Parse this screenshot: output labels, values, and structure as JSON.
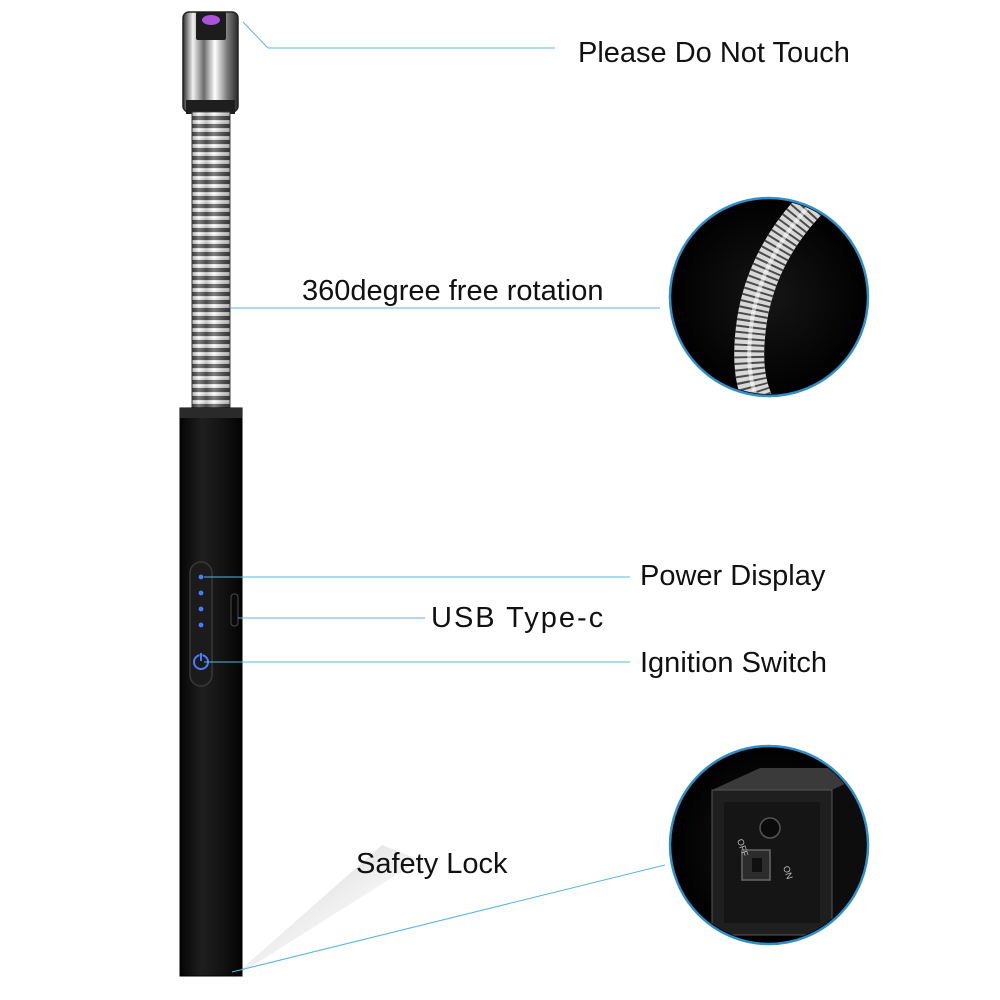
{
  "callouts": {
    "tip": "Please Do Not Touch",
    "rotation": "360degree free rotation",
    "power_display": "Power Display",
    "usb": "USB Type-c",
    "ignition": "Ignition Switch",
    "safety_lock": "Safety Lock"
  },
  "safety_lock_detail": {
    "off_label": "OFF",
    "on_label": "ON"
  },
  "colors": {
    "leader_line": "#5ab4de",
    "body": "#141414",
    "led": "#4b7bff",
    "arc": "#c55cff"
  },
  "power_display": {
    "led_count": 4
  },
  "icons": {
    "ignition": "power-icon"
  }
}
